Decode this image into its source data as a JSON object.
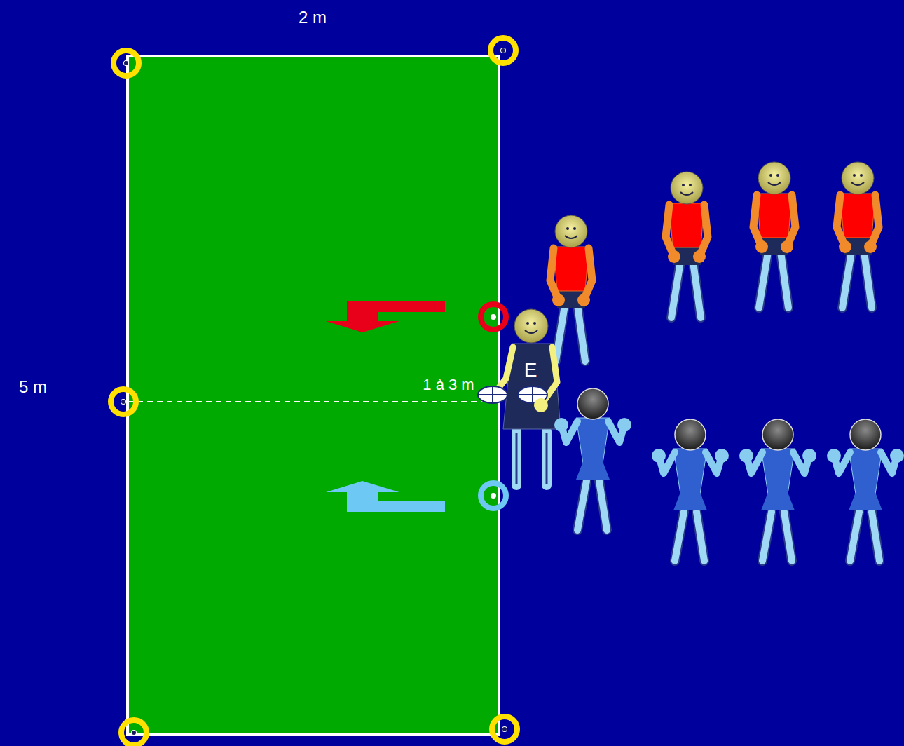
{
  "diagram": {
    "labels": [
      "2 m",
      "5 m",
      "1 à 3 m",
      "E"
    ]
  }
}
